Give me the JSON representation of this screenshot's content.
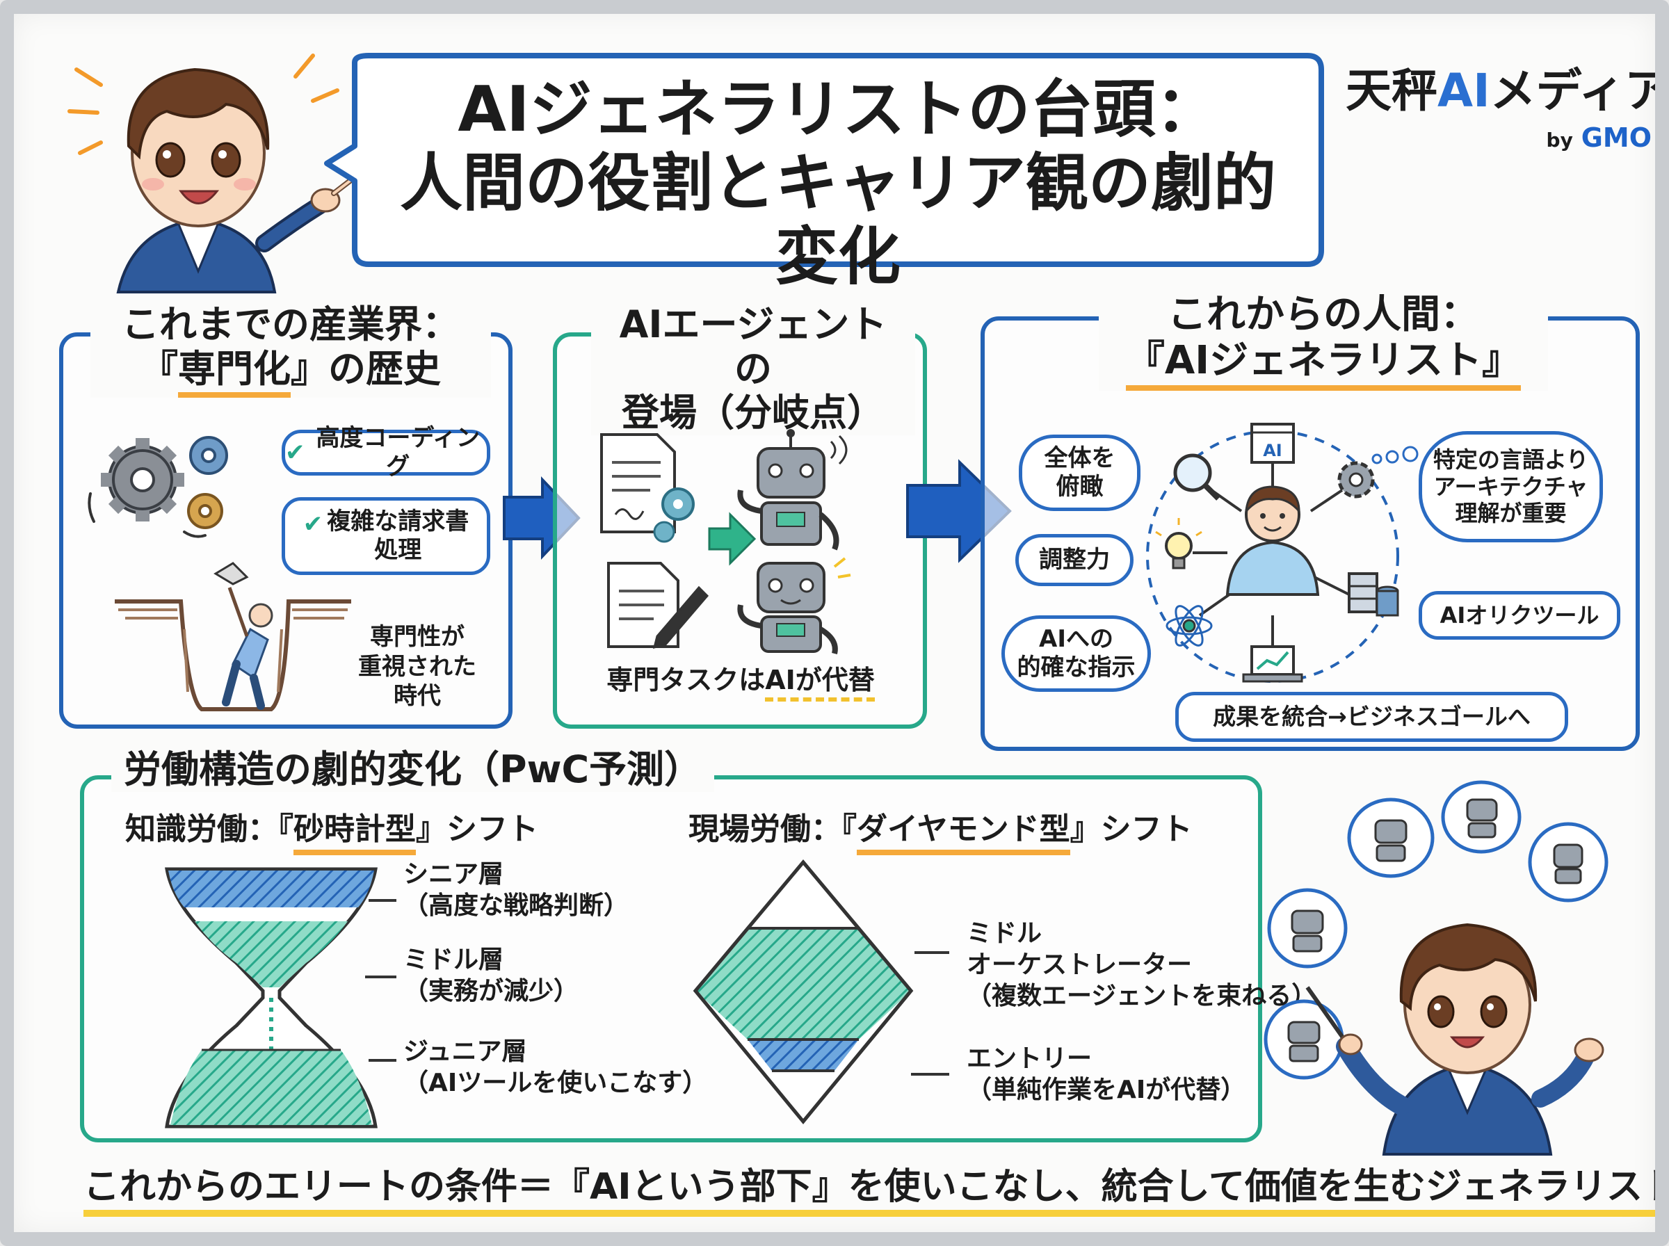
{
  "header": {
    "title_line1": "AIジェネラリストの台頭：",
    "title_line2": "人間の役割とキャリア観の劇的変化"
  },
  "logo": {
    "name_part1": "天秤",
    "name_ai": "AI",
    "name_part2": "メディア",
    "by": "by",
    "gmo": "GMO"
  },
  "panel_history": {
    "title_line1": "これまでの産業界：",
    "title_prefix": "『",
    "title_highlight": "専門化",
    "title_suffix": "』の歴史",
    "bubble1": "高度コーディング",
    "bubble2_line1": "複雑な請求書",
    "bubble2_line2": "処理",
    "caption_line1": "専門性が",
    "caption_line2": "重視された",
    "caption_line3": "時代"
  },
  "panel_agents": {
    "title_line1": "AIエージェントの",
    "title_line2": "登場（分岐点）",
    "caption_prefix": "専門タスクは",
    "caption_highlight": "AIが代替"
  },
  "panel_future": {
    "title_line1": "これからの人間：",
    "title_line2": "『AIジェネラリスト』",
    "bubble_overview_line1": "全体を",
    "bubble_overview_line2": "俯瞰",
    "bubble_coordination": "調整力",
    "bubble_instruction_line1": "AIへの",
    "bubble_instruction_line2": "的確な指示",
    "bubble_architecture_line1": "特定の言語より",
    "bubble_architecture_line2": "アーキテクチャ",
    "bubble_architecture_line3": "理解が重要",
    "bubble_tools": "AIオリクツール",
    "bubble_integrate": "成果を統合→ビジネスゴールへ",
    "screen_label": "AI"
  },
  "panel_labor": {
    "title": "労働構造の劇的変化（PwC予測）",
    "knowledge_prefix": "知識労働：『",
    "knowledge_highlight": "砂時計型",
    "knowledge_suffix": "』シフト",
    "field_prefix": "現場労働：『",
    "field_highlight": "ダイヤモンド型",
    "field_suffix": "』シフト",
    "senior_line1": "シニア層",
    "senior_line2": "（高度な戦略判断）",
    "middle_line1": "ミドル層",
    "middle_line2": "（実務が減少）",
    "junior_line1": "ジュニア層",
    "junior_line2": "（AIツールを使いこなす）",
    "orch_line1": "ミドル",
    "orch_line2": "オーケストレーター",
    "orch_line3": "（複数エージェントを束ねる）",
    "entry_line1": "エントリー",
    "entry_line2": "（単純作業をAIが代替）"
  },
  "footer": {
    "prefix": "これからのエリートの条件＝『",
    "highlight": "AIという部下",
    "suffix": "』を使いこなし、統合して価値を生むジェネラリスト能力"
  },
  "colors": {
    "blue": "#2463b5",
    "teal": "#27a88a",
    "orange": "#f5a93a",
    "yellow": "#f7cf3b",
    "arrow_blue": "#1f5fbf",
    "arrow_green": "#2fb38a"
  }
}
